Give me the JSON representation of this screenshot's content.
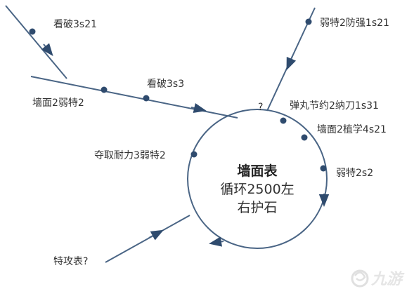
{
  "center": {
    "title": "墙面表",
    "line1": "循环2500左",
    "line2": "右护石"
  },
  "labels": {
    "kanpo_3s21": "看破3s21",
    "qiangmian2_ruote2": "墙面2弱特2",
    "kanpo_3s3": "看破3s3",
    "question": "?",
    "ruote2_fangqiang1s21": "弱特2防强1s21",
    "danwan_jieyue2_nadao1s31": "弹丸节约2纳刀1s31",
    "qiangmian2_zhixue4s21": "墙面2植学4s21",
    "ruote_2s2": "弱特2s2",
    "duoqu_naili3_ruote2": "夺取耐力3弱特2",
    "tegong_biao": "特攻表?"
  },
  "watermark": {
    "text": "九游"
  },
  "colors": {
    "line": "#4a6585",
    "node": "#2f4b6e",
    "text": "#333333"
  }
}
